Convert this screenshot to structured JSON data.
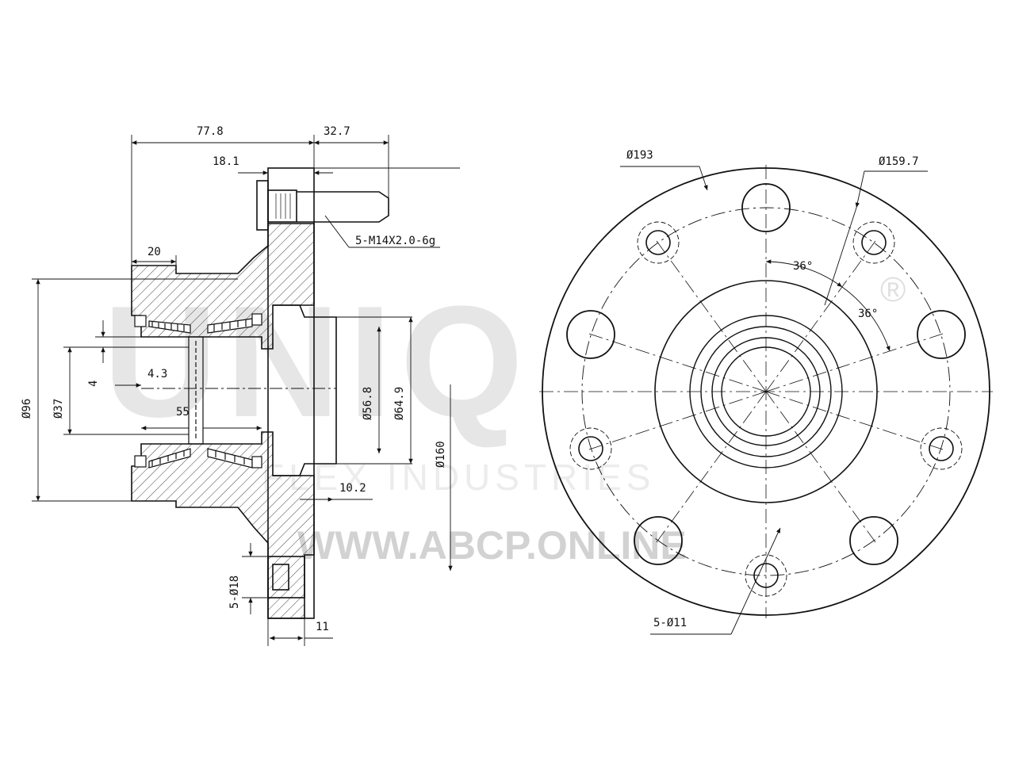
{
  "watermark": {
    "brand": "UNIQ",
    "registered": "®",
    "subtitle": "FLEX INDUSTRIES",
    "url": "WWW.ABCP.ONLINE"
  },
  "side_view": {
    "dimensions": {
      "overall_length": "77.8",
      "stud_protrusion": "32.7",
      "flange_to_stud": "18.1",
      "stud_thread": "5-M14X2.0-6g",
      "body_step": "20",
      "diameter_96": "Ø96",
      "diameter_37": "Ø37",
      "spacer_gap": "4",
      "offset_43": "4.3",
      "bearing_width": "55",
      "bore_568": "Ø56.8",
      "pilot_649": "Ø64.9",
      "flange_160": "Ø160",
      "flange_thickness": "10.2",
      "hole_counterbore": "5-Ø18",
      "flange_11": "11"
    }
  },
  "front_view": {
    "dimensions": {
      "outer_diameter": "Ø193",
      "bolt_circle": "Ø159.7",
      "angle_1": "36°",
      "angle_2": "36°",
      "small_holes": "5-Ø11"
    }
  }
}
